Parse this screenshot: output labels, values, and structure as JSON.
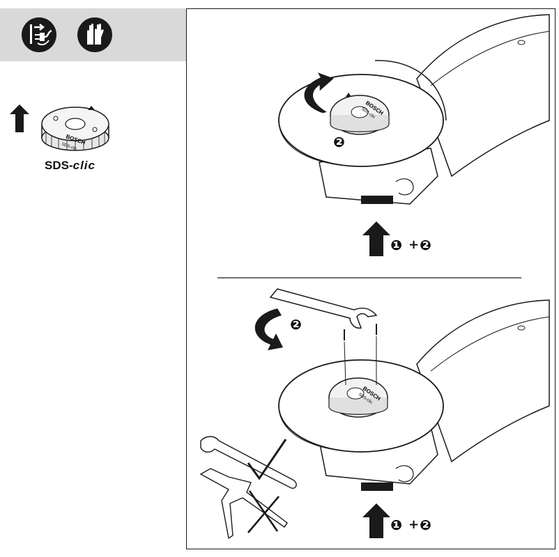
{
  "header": {
    "icons": [
      "unplug-icon",
      "gloves-icon"
    ],
    "band_color": "#d9d9d9",
    "icon_color": "#1a1a1a"
  },
  "sidebar": {
    "nut_brand": "BOSCH",
    "nut_model_text": "SDS-clic",
    "label_prefix": "SDS-",
    "label_suffix": "clic",
    "arrow_icon": "up-arrow-icon"
  },
  "panel_top": {
    "nut_brand": "BOSCH",
    "nut_model_text": "SDS-clic",
    "rotation_step": "❷",
    "combo_step_1": "❶",
    "combo_plus": "+",
    "combo_step_2": "❷"
  },
  "panel_bottom": {
    "nut_brand": "BOSCH",
    "nut_model_text": "SDS-clic",
    "rotation_step": "❷",
    "combo_step_1": "❶",
    "combo_plus": "+",
    "combo_step_2": "❷",
    "correct_tool": "pin-wrench",
    "incorrect_tool": "pliers"
  }
}
